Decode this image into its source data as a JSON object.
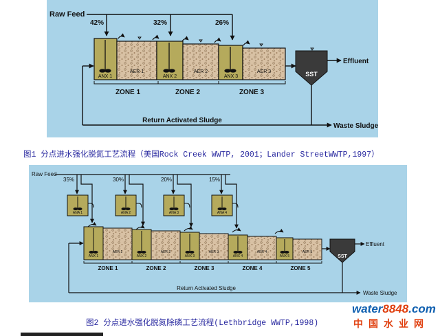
{
  "figure1": {
    "raw_feed": "Raw Feed",
    "percents": [
      "42%",
      "32%",
      "26%"
    ],
    "tanks": [
      "ANX 1",
      "AER 1",
      "ANX 2",
      "AER 2",
      "ANX 3",
      "AER 3"
    ],
    "zones": [
      "ZONE 1",
      "ZONE 2",
      "ZONE 3"
    ],
    "clarifier": "SST",
    "effluent": "Effluent",
    "return_sludge": "Return Activated Sludge",
    "waste_sludge": "Waste Sludge",
    "caption": "图1  分点进水强化脱氮工艺流程（美国Rock Creek WWTP, 2001；Lander StreetWWTP,1997）"
  },
  "figure2": {
    "raw_feed": "Raw Feed",
    "percents": [
      "35%",
      "30%",
      "20%",
      "15%"
    ],
    "pre_tanks": [
      "ANA 1",
      "ANA 2",
      "ANA 3",
      "ANA 4"
    ],
    "tanks": [
      "ANX 1",
      "AER 1",
      "ANX 2",
      "AER 2",
      "ANX 3",
      "AER 3",
      "ANX 4",
      "AER 4",
      "ANX 5",
      "AER 5"
    ],
    "zones": [
      "ZONE 1",
      "ZONE 2",
      "ZONE 3",
      "ZONE 4",
      "ZONE 5"
    ],
    "clarifier": "SST",
    "effluent": "Effluent",
    "return_sludge": "Return Activated Sludge",
    "waste_sludge": "Waste Sludge",
    "caption": "图2  分点进水强化脱氮除磷工艺流程(Lethbridge WWTP,1998)"
  },
  "watermark": {
    "brand_text": "water",
    "brand_number": "8848",
    "brand_suffix": ".com",
    "chinese_name": "中国水业网"
  },
  "colors": {
    "panel_bg": "#a9d3e8",
    "anoxic": "#b5aa5c",
    "aerobic": "#d8c1a4",
    "clarifier": "#3a3a3a",
    "line": "#111111",
    "caption": "#2a2aa0",
    "brand_blue": "#1060b0",
    "brand_orange": "#e04010"
  }
}
